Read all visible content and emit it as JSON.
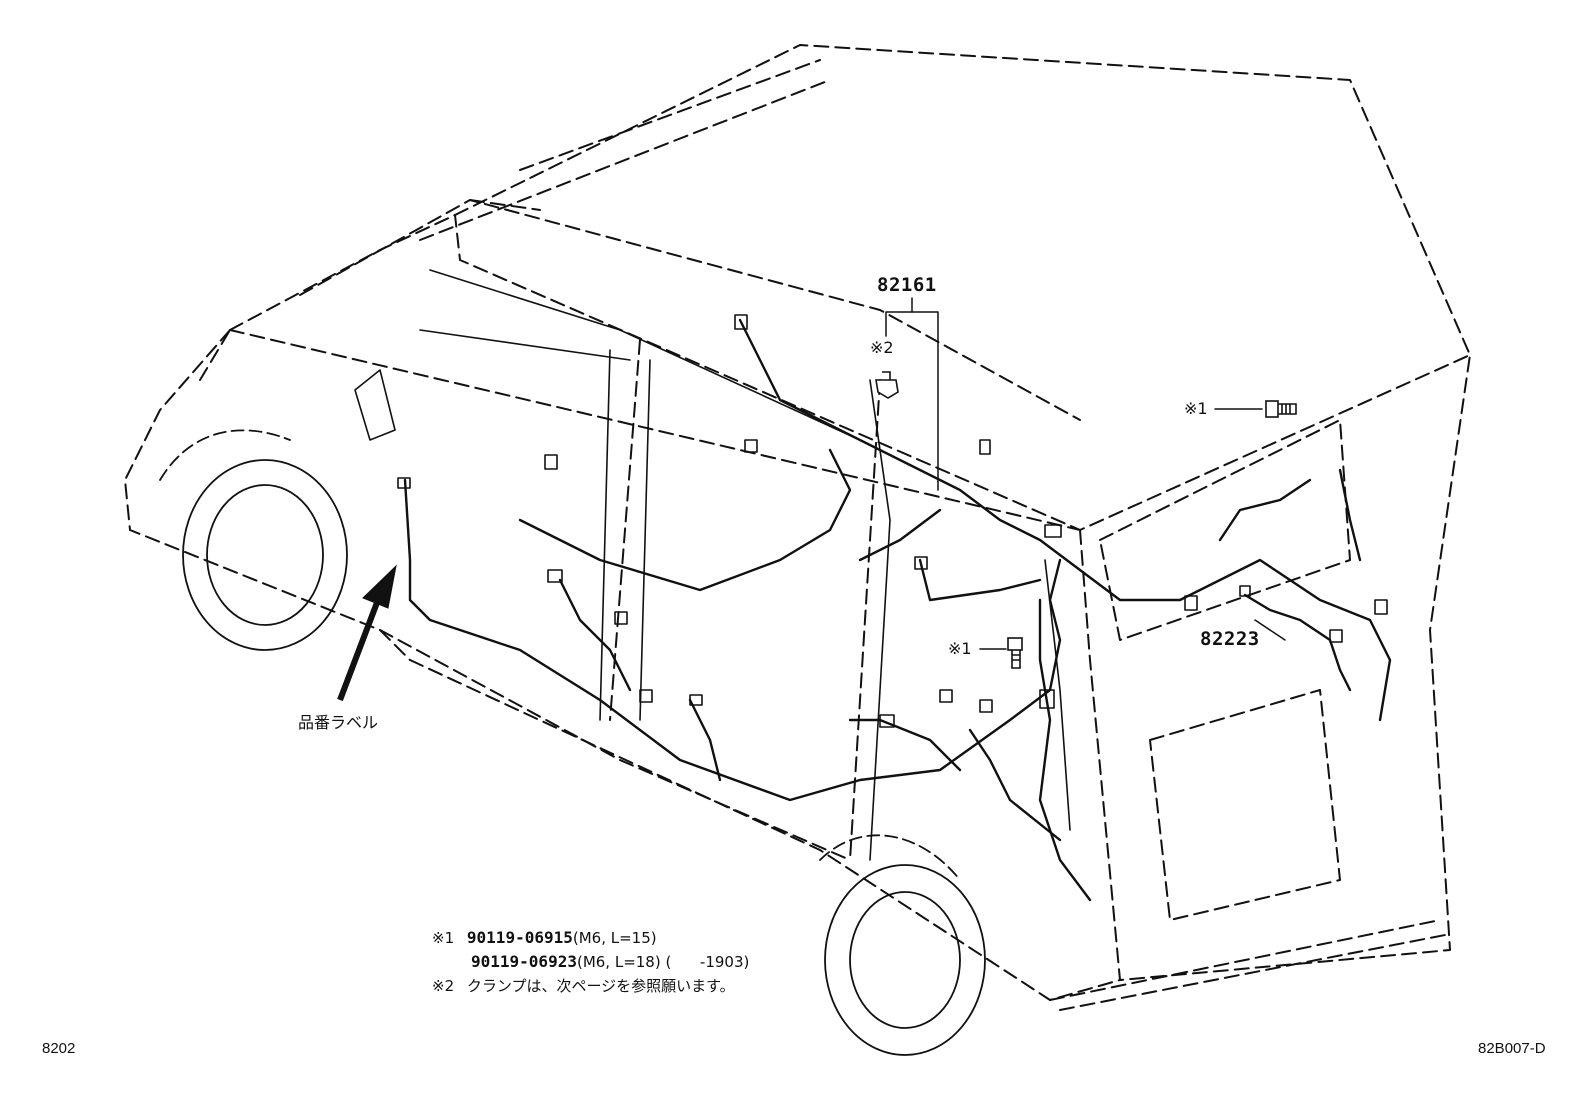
{
  "parts": {
    "main_wire": "82161",
    "sub_wire": "82223"
  },
  "callouts": {
    "mark1_top_right": "※1",
    "mark1_center": "※1",
    "mark2_clamp": "※2"
  },
  "label_tag": "品番ラベル",
  "notes": {
    "note1_mark": "※1",
    "note1_line1_part": "90119-06915",
    "note1_line1_spec": "(M6, L=15)",
    "note1_line2_part": "90119-06923",
    "note1_line2_spec": "(M6, L=18) (      -1903)",
    "note2_mark": "※2",
    "note2_text": "クランプは、次ページを参照願います。"
  },
  "page_id": "8202",
  "figure_id": "82B007-D",
  "colors": {
    "ink": "#111111",
    "background": "#ffffff"
  },
  "icons": {
    "arrow": "arrow-up-right-icon",
    "bolt": "bolt-icon",
    "clamp": "clamp-icon"
  }
}
